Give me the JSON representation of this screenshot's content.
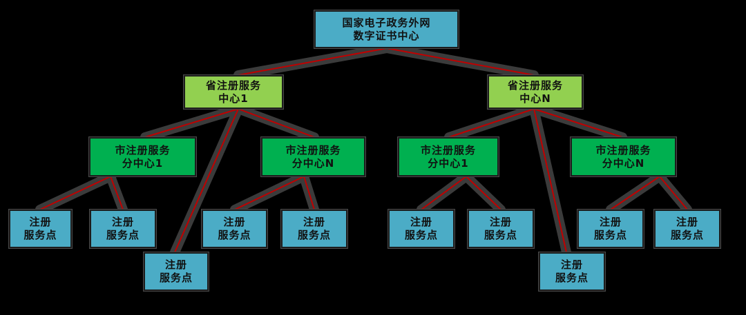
{
  "colors": {
    "background": "#000000",
    "halo": "#3b3b3b",
    "edge": "#c00000",
    "root_fill": "#4bacc6",
    "province_fill": "#92d050",
    "city_fill": "#00b050",
    "point_fill": "#4bacc6"
  },
  "root": {
    "line1": "国家电子政务外网",
    "line2": "数字证书中心"
  },
  "province_left": {
    "line1": "省注册服务",
    "line2": "中心1"
  },
  "province_right": {
    "line1": "省注册服务",
    "line2": "中心N"
  },
  "city_ll": {
    "line1": "市注册服务",
    "line2": "分中心1"
  },
  "city_lr": {
    "line1": "市注册服务",
    "line2": "分中心N"
  },
  "city_rl": {
    "line1": "市注册服务",
    "line2": "分中心1"
  },
  "city_rr": {
    "line1": "市注册服务",
    "line2": "分中心N"
  },
  "points": [
    {
      "line1": "注册",
      "line2": "服务点"
    },
    {
      "line1": "注册",
      "line2": "服务点"
    },
    {
      "line1": "注册",
      "line2": "服务点"
    },
    {
      "line1": "注册",
      "line2": "服务点"
    },
    {
      "line1": "注册",
      "line2": "服务点"
    },
    {
      "line1": "注册",
      "line2": "服务点"
    },
    {
      "line1": "注册",
      "line2": "服务点"
    },
    {
      "line1": "注册",
      "line2": "服务点"
    },
    {
      "line1": "注册",
      "line2": "服务点"
    },
    {
      "line1": "注册",
      "line2": "服务点"
    }
  ]
}
